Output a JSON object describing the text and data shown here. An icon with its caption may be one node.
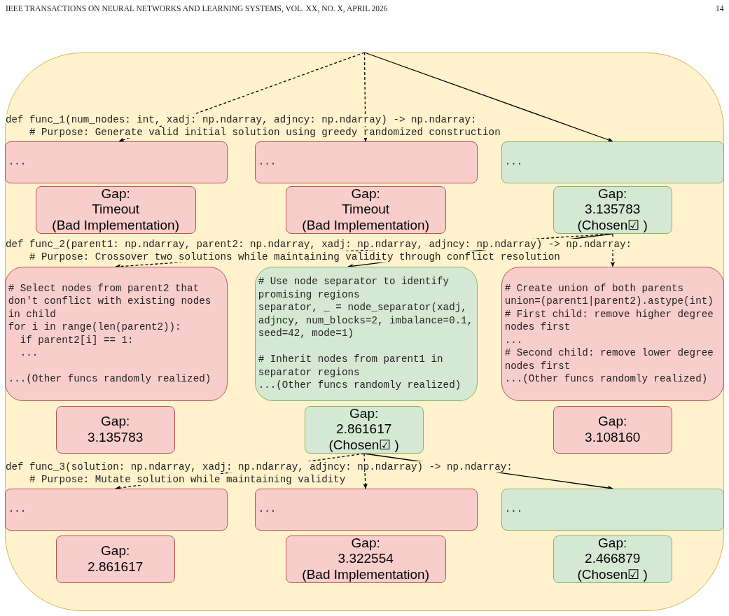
{
  "diagram": {
    "nodes": [
      {
        "text": [],
        "shape": "box"
      },
      {
        "text": [
          "..."
        ],
        "in": 0
      },
      {
        "text": [
          "..."
        ],
        "in": 0
      },
      {
        "text": [
          "..."
        ],
        "in": 0
      },
      {
        "text": [
          "Gap:",
          "Timeout",
          "(Bad Implementation)"
        ],
        "in": 0
      },
      {
        "text": [
          "Gap:",
          "Timeout",
          "(Bad Implementation)"
        ],
        "in": 0
      },
      {
        "text": [
          "Gap:",
          "3.135783",
          "(Chosen☑ )"
        ],
        "in": 0
      },
      {
        "text": [
          "# Select nodes from parent2 that don't conflict with existing nodes in child",
          "for i in range(len(parent2)):",
          "  if parent2[i] == 1:",
          "  ...",
          "...(Other funcs randomly realized)"
        ],
        "in": 0
      },
      {
        "text": [
          "# Use node separator to identify promising regions",
          "separator, _ = node_separator(xadj, adjncy, num_blocks=2, imbalance=0.1, seed=42, mode=1)",
          "# Inherit nodes from parent1 in separator regions",
          "...(Other funcs randomly realized)"
        ],
        "in": 0
      },
      {
        "text": [
          "# Create union of both parents",
          "union=(parent1|parent2).astype(int)",
          "# First child: remove higher degree nodes first",
          "...",
          "# Second child: remove lower degree nodes first",
          "...(Other funcs randomly realized)"
        ],
        "in": 0
      },
      {
        "text": [
          "Gap:",
          "3.135783"
        ],
        "in": 0
      },
      {
        "text": [
          "Gap:",
          "2.861617",
          "(Chosen☑ )"
        ],
        "in": 0
      },
      {
        "text": [
          "Gap:",
          "3.108160"
        ],
        "in": 0
      },
      {
        "text": [
          "..."
        ],
        "in": 0
      },
      {
        "text": [
          "..."
        ],
        "in": 0
      },
      {
        "text": [
          "..."
        ],
        "in": 0
      },
      {
        "text": [
          "Gap:",
          "2.861617"
        ],
        "in": 0
      },
      {
        "text": [
          "Gap:",
          "3.322554",
          "(Bad Implementation)"
        ],
        "in": 0
      },
      {
        "text": [
          "Gap:",
          "2.466879",
          "(Chosen☑ )"
        ],
        "in": 0
      }
    ],
    "edges": [
      {
        "from": 0,
        "to": 1,
        "arrow": "to",
        "style": "dashed"
      },
      {
        "from": 0,
        "to": 2,
        "arrow": "to",
        "style": "dashed"
      },
      {
        "from": 0,
        "to": 3,
        "arrow": "to"
      },
      {
        "from": 6,
        "to": 7,
        "arrow": "to",
        "style": "dashed"
      },
      {
        "from": 6,
        "to": 8,
        "arrow": "to"
      },
      {
        "from": 6,
        "to": 9,
        "arrow": "to",
        "style": "dashed"
      },
      {
        "from": 11,
        "to": 13,
        "arrow": "to",
        "style": "dashed"
      },
      {
        "from": 11,
        "to": 14,
        "arrow": "to",
        "style": "dashed"
      },
      {
        "from": 11,
        "to": 15,
        "arrow": "to"
      }
    ],
    "labels": [
      "IEEE TRANSACTIONS ON NEURAL NETWORKS AND LEARNING SYSTEMS, VOL. XX, NO. X, APRIL 2026",
      "14",
      "def func_1(num_nodes: int, xadj: np.ndarray, adjncy: np.ndarray) -> np.ndarray:",
      "    # Purpose: Generate valid initial solution using greedy randomized construction",
      "def func_2(parent1: np.ndarray, parent2: np.ndarray, xadj: np.ndarray, adjncy: np.ndarray) -> np.ndarray:",
      "    # Purpose: Crossover two solutions while maintaining validity through conflict resolution",
      "def func_3(solution: np.ndarray, xadj: np.ndarray, adjncy: np.ndarray) -> np.ndarray:",
      "    # Purpose: Mutate solution while maintaining validity"
    ]
  }
}
